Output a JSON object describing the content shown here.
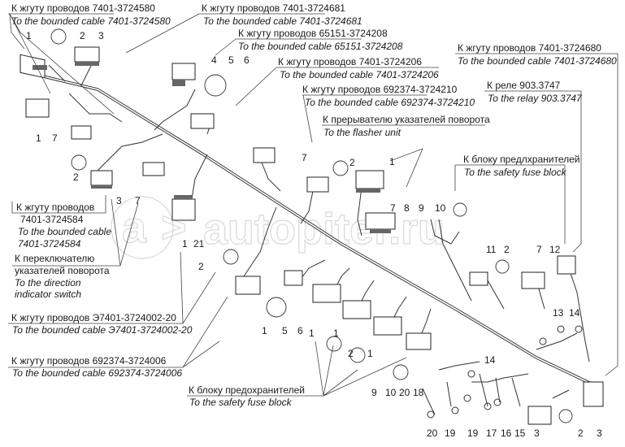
{
  "callouts": {
    "c3724580": {
      "ru": "К жгуту проводов 7401-3724580",
      "en": "To the bounded cable 7401-3724580"
    },
    "c3724681": {
      "ru": "К жгуту проводов 7401-3724681",
      "en": "To the bounded cable 7401-3724681"
    },
    "c3724208": {
      "ru": "К жгуту проводов 65151-3724208",
      "en": "To the bounded cable 65151-3724208"
    },
    "c3724206": {
      "ru": "К жгуту проводов 7401-3724206",
      "en": "To the bounded cable 7401-3724206"
    },
    "c3724210": {
      "ru": "К жгуту проводов 692374-3724210",
      "en": "To the bounded cable 692374-3724210"
    },
    "c3724680": {
      "ru": "К жгуту проводов 7401-3724680",
      "en": "To the bounded cable 7401-3724680"
    },
    "relay": {
      "ru": "К реле 903.3747",
      "en": "To the relay 903.3747"
    },
    "flasher": {
      "ru": "К прерывателю указателей поворота",
      "en": "To the flasher unit"
    },
    "fuse_top": {
      "ru": "К блоку предлхранителей",
      "en": "To the safety fuse block"
    },
    "c3724584": {
      "ru1": "К жгуту проводов",
      "ru2": "7401-3724584",
      "en1": "To the bounded cable",
      "en2": "7401-3724584"
    },
    "dir_switch": {
      "ru1": "К переключателю",
      "ru2": "указателей поворота",
      "en1": "To the direction",
      "en2": "indicator switch"
    },
    "c3724002": {
      "ru": "К жгуту проводов Э7401-3724002-20",
      "en": "To the bounded cable Э7401-3724002-20"
    },
    "c3724006": {
      "ru": "К жгуту проводов 692374-3724006",
      "en": "To the bounded cable 692374-3724006"
    },
    "fuse_bottom": {
      "ru": "К блоку предохранителей",
      "en": "To the safety fuse block"
    }
  },
  "numbers": [
    "1",
    "2",
    "3",
    "4",
    "5",
    "6",
    "1",
    "7",
    "2",
    "3",
    "7",
    "1",
    "21",
    "2",
    "7",
    "2",
    "1",
    "7",
    "8",
    "9",
    "10",
    "11",
    "2",
    "7",
    "12",
    "13",
    "14",
    "1",
    "5",
    "6",
    "2",
    "1",
    "14",
    "9",
    "10",
    "20",
    "18",
    "20",
    "19",
    "19",
    "17",
    "16",
    "15",
    "3",
    "2",
    "3",
    "1",
    "1"
  ],
  "watermark": "autopiter.ru"
}
